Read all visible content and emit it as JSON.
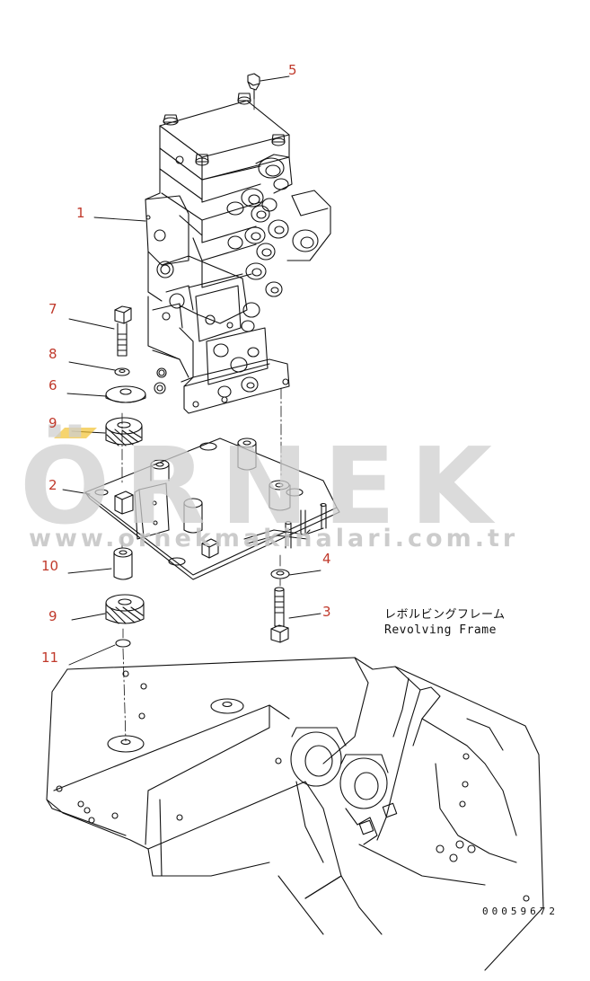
{
  "callouts": [
    "5",
    "1",
    "7",
    "8",
    "6",
    "9",
    "2",
    "10",
    "9",
    "11",
    "4",
    "3"
  ],
  "frame_label": {
    "japanese": "レボルビングフレーム",
    "english": "Revolving Frame"
  },
  "drawing_number": "00059672",
  "watermark": {
    "brand": "ÖRNEK",
    "url": "www.ornekmakinalari.com.tr"
  },
  "colors": {
    "callout": "#c0392b",
    "line": "#111111",
    "watermark": "#cfcfcf",
    "watermark_accent": "#f2c230"
  }
}
